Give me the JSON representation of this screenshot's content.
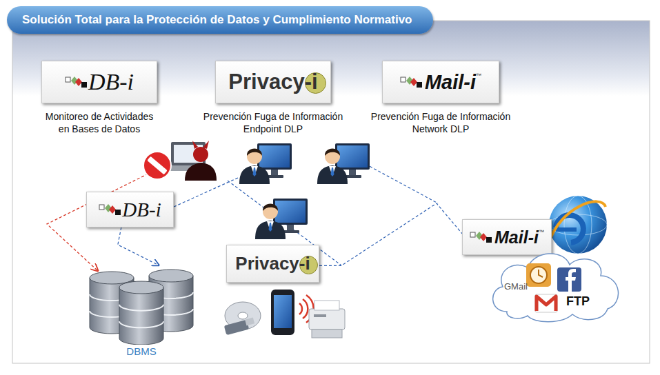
{
  "diagram": {
    "title": "Solución Total para la Protección de Datos y Cumplimiento Normativo",
    "nodes": [
      {
        "text": [
          "DB-i",
          "Monitoreo de Actividades en Bases de Datos"
        ]
      },
      {
        "text": [
          "Privacy-i",
          "Prevención Fuga de Información Endpoint DLP"
        ]
      },
      {
        "text": [
          "Mail-i",
          "™",
          "Prevención Fuga de Información Network DLP"
        ]
      },
      {
        "text": [
          "DB-i"
        ]
      },
      {
        "text": [
          "Privacy-i"
        ]
      },
      {
        "text": [
          "Mail-i",
          "™"
        ]
      },
      {
        "text": [
          "DBMS"
        ]
      },
      {
        "text": [
          "GMail",
          "FTP"
        ]
      }
    ],
    "edges": [
      {
        "from": 3,
        "to": 6,
        "arrow": "to"
      },
      {
        "from": 4,
        "to": 5,
        "arrow": "none"
      }
    ]
  }
}
